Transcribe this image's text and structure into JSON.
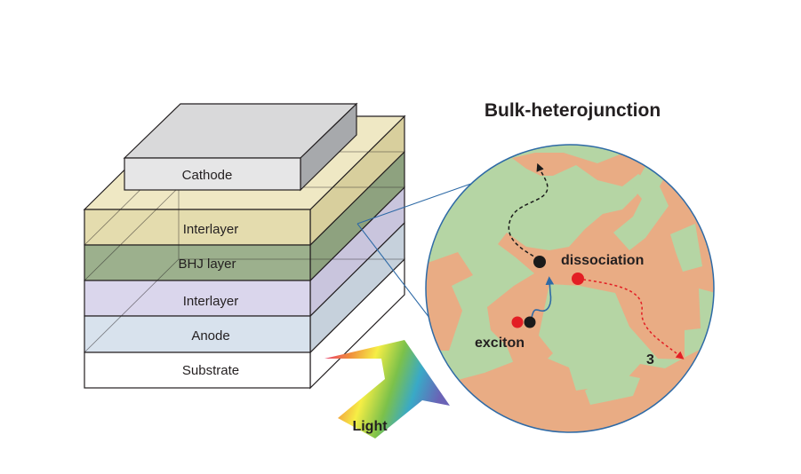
{
  "title": "Bulk-heterojunction",
  "layers": {
    "cathode": "Cathode",
    "interlayer_top": "Interlayer",
    "bhj": "BHJ layer",
    "interlayer_bottom": "Interlayer",
    "anode": "Anode",
    "substrate": "Substrate"
  },
  "light_label": "Light",
  "bubble": {
    "dissociation": "dissociation",
    "exciton": "exciton",
    "number": "3"
  },
  "colors": {
    "cathode": "#dededf",
    "interlayer": "#e4dcae",
    "bhj": "#9cb08d",
    "interlayer_bottom": "#dad6ec",
    "anode": "#d8e2ed",
    "substrate": "#ffffff",
    "donor_domain": "#e9ac84",
    "acceptor_domain": "#b5d5a4",
    "hole": "#1a1a1a",
    "electron": "#e31e24",
    "connector": "#2e6aa6"
  }
}
